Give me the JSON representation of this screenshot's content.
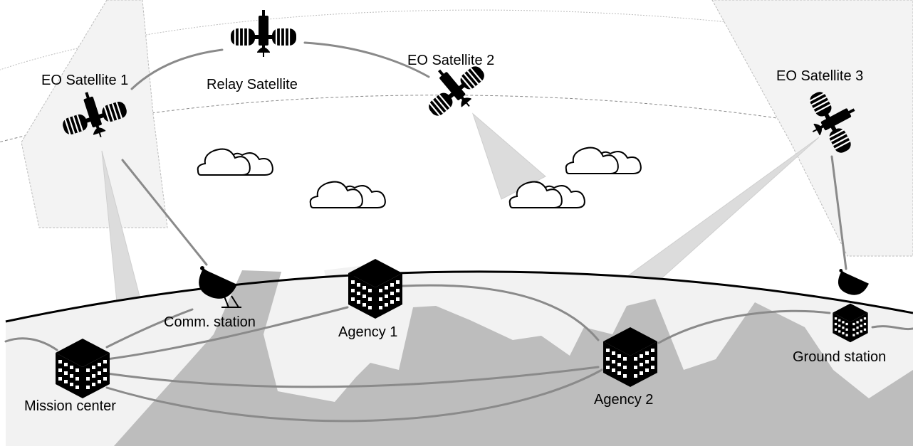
{
  "labels": {
    "eo_sat_1": "EO Satellite 1",
    "relay_sat": "Relay Satellite",
    "eo_sat_2": "EO Satellite 2",
    "eo_sat_3": "EO Satellite 3",
    "comm_station": "Comm. station",
    "agency_1": "Agency 1",
    "mission_center": "Mission center",
    "agency_2": "Agency 2",
    "ground_station": "Ground station"
  },
  "colors": {
    "link": "#8a8a8a",
    "land": "#bdbdbd",
    "earth": "#f2f2f2",
    "footprint": "#d9d9d9",
    "icon": "#000000"
  }
}
